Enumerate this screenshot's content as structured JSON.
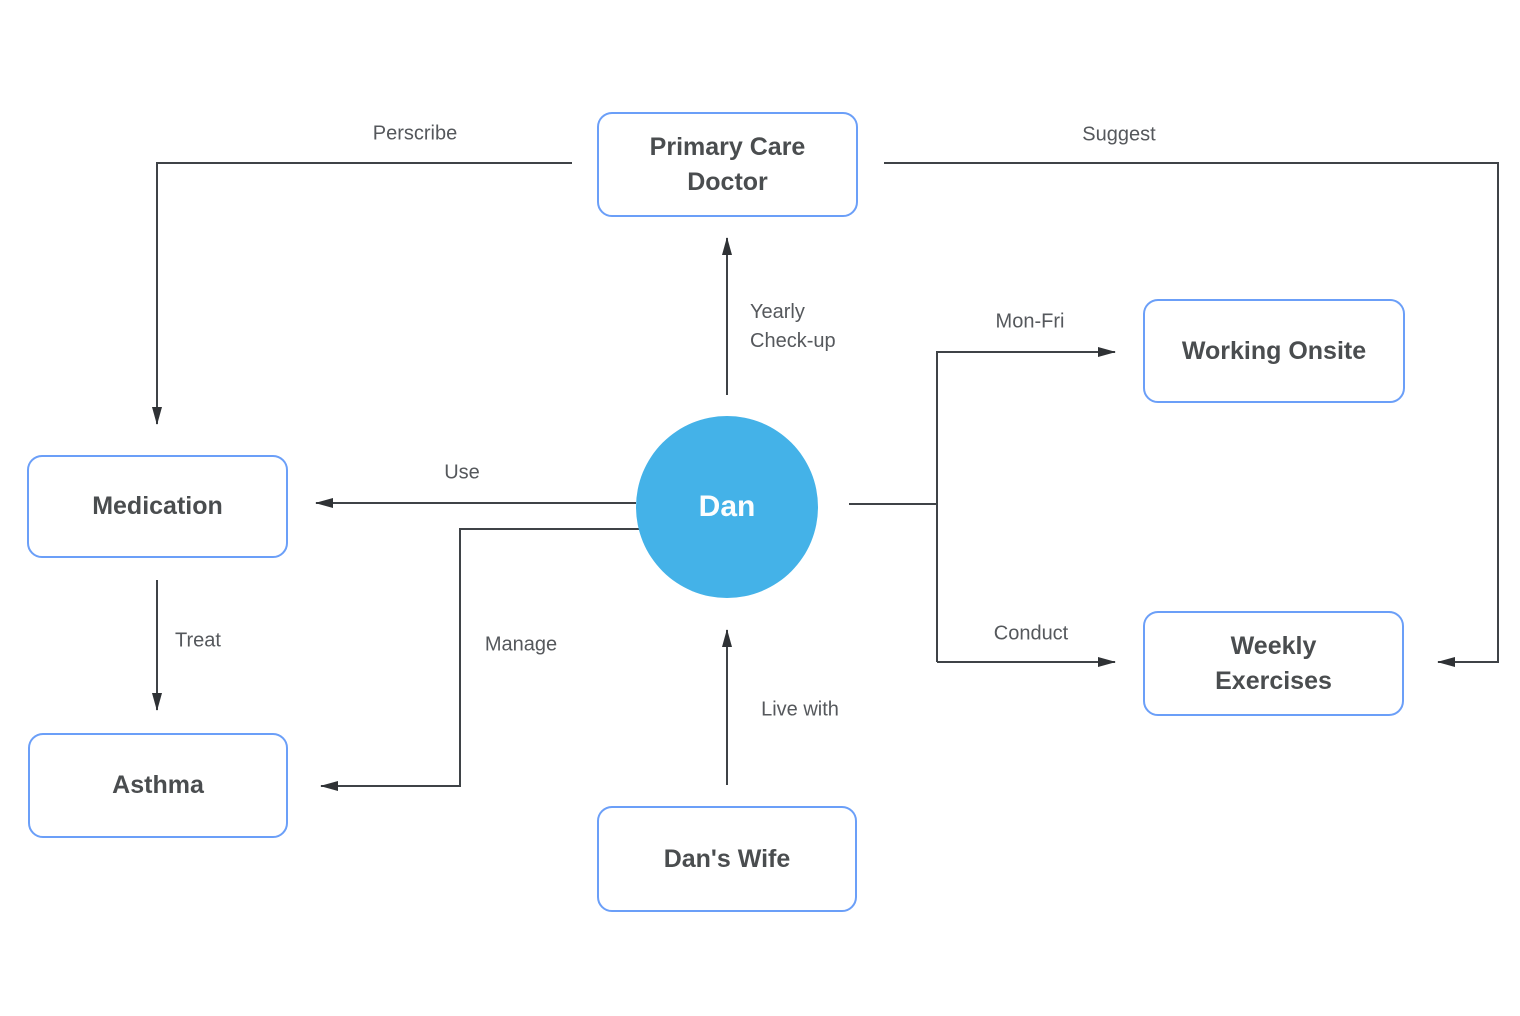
{
  "diagram": {
    "type": "relationship-flowchart",
    "colors": {
      "node_border": "#6B9FF8",
      "node_text": "#4a4d4f",
      "edge_line": "#3f4347",
      "edge_label_text": "#55585c",
      "center_fill": "#44B2E8",
      "center_text": "#ffffff",
      "background": "#ffffff"
    },
    "nodes": {
      "dan": {
        "label": "Dan",
        "shape": "circle"
      },
      "primary_care_doctor": {
        "label": "Primary Care Doctor",
        "shape": "rounded-rect"
      },
      "medication": {
        "label": "Medication",
        "shape": "rounded-rect"
      },
      "asthma": {
        "label": "Asthma",
        "shape": "rounded-rect"
      },
      "dans_wife": {
        "label": "Dan's Wife",
        "shape": "rounded-rect"
      },
      "working_onsite": {
        "label": "Working Onsite",
        "shape": "rounded-rect"
      },
      "weekly_exercises": {
        "label": "Weekly Exercises",
        "shape": "rounded-rect"
      }
    },
    "edges": [
      {
        "from": "primary_care_doctor",
        "to": "medication",
        "label": "Perscribe"
      },
      {
        "from": "primary_care_doctor",
        "to": "weekly_exercises",
        "label": "Suggest"
      },
      {
        "from": "dan",
        "to": "primary_care_doctor",
        "label": "Yearly Check-up"
      },
      {
        "from": "dan",
        "to": "medication",
        "label": "Use"
      },
      {
        "from": "dan",
        "to": "asthma",
        "label": "Manage"
      },
      {
        "from": "medication",
        "to": "asthma",
        "label": "Treat"
      },
      {
        "from": "dans_wife",
        "to": "dan",
        "label": "Live with"
      },
      {
        "from": "dan",
        "to": "working_onsite",
        "label": "Mon-Fri"
      },
      {
        "from": "dan",
        "to": "weekly_exercises",
        "label": "Conduct"
      }
    ]
  }
}
